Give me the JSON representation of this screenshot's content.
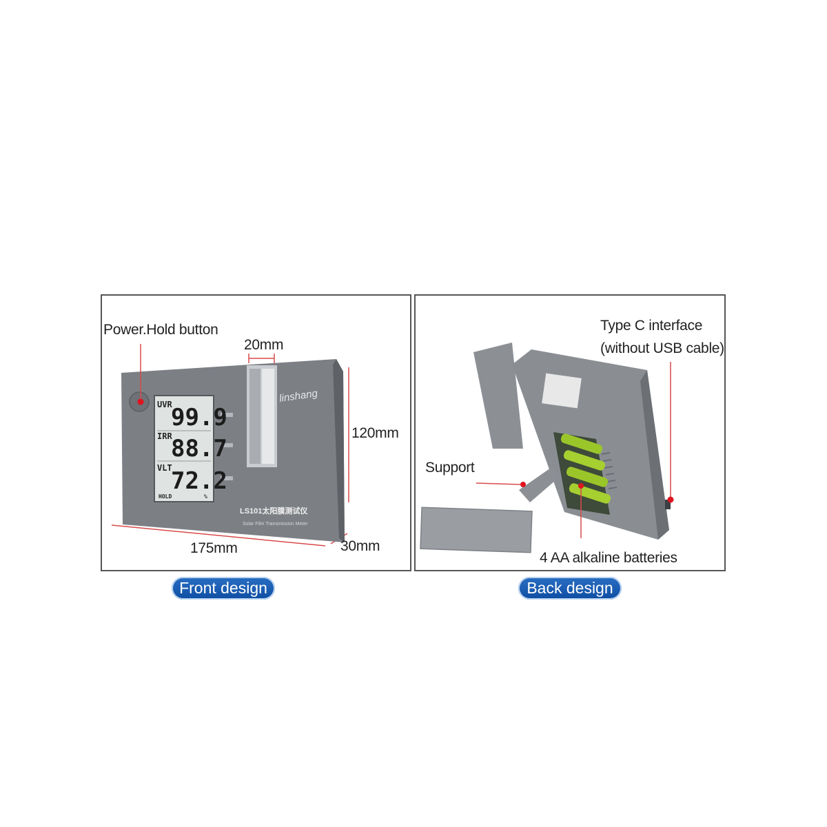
{
  "front": {
    "caption": "Front design",
    "labels": {
      "power": "Power.Hold button",
      "depth_slot": "20mm",
      "height": "120mm",
      "width": "175mm",
      "thickness": "30mm"
    },
    "device": {
      "brand": "linshang",
      "model": "LS101太阳膜测试仪",
      "subtitle": "Solar Film Transmission Meter",
      "readings": [
        {
          "name": "UVR",
          "value": "99.9"
        },
        {
          "name": "IRR",
          "value": "88.7"
        },
        {
          "name": "VLT",
          "value": "72.2"
        }
      ],
      "hold_label": "HOLD",
      "unit": "%"
    }
  },
  "back": {
    "caption": "Back design",
    "labels": {
      "type_c_line1": "Type  C interface",
      "type_c_line2": "(without USB cable)",
      "support": "Support",
      "batteries": "4 AA alkaline batteries"
    }
  },
  "colors": {
    "device_body": "#7c7f84",
    "lcd": "#dfe3e2",
    "battery": "#9bc62a",
    "pointer": "#e0141e",
    "caption_bg": "#1559b3"
  }
}
